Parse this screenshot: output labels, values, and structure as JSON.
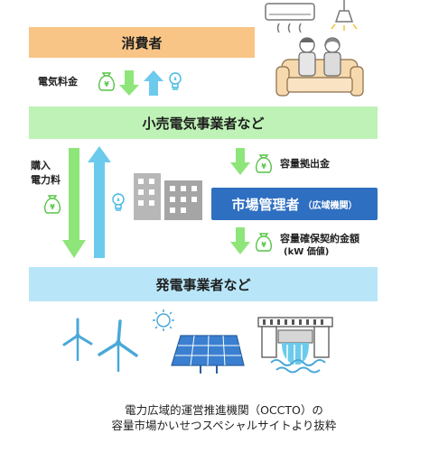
{
  "consumer": "消費者",
  "retailer": "小売電気事業者など",
  "generator": "発電事業者など",
  "market_manager": {
    "main": "市場管理者",
    "sub": "（広域機関）"
  },
  "labels": {
    "electricity_fee": "電気料金",
    "purchase_line1": "購入",
    "purchase_line2": "電力料",
    "capacity_contribution": "容量拠出金",
    "capacity_contract_line1": "容量確保契約金額",
    "capacity_contract_line2": "(kW 価値)"
  },
  "caption": {
    "line1": "電力広域的運営推進機関（OCCTO）の",
    "line2": "容量市場かいせつスペシャルサイトより抜粋"
  },
  "colors": {
    "consumer": "#f8c586",
    "retailer": "#bef2b6",
    "generator": "#b8e6f8",
    "market_manager": "#2f6fc1",
    "money_arrow": "#8ee57a",
    "power_arrow": "#6ccbec",
    "money_icon": "#55c446",
    "bulb_icon": "#3fb7e2"
  },
  "icons": [
    "yen-bag-icon",
    "light-bulb-icon",
    "air-conditioner-icon",
    "ceiling-lamp-icon",
    "couple-on-sofa-icon",
    "office-building-icon",
    "wind-turbine-icon",
    "solar-panel-icon",
    "sun-icon",
    "hydro-dam-icon"
  ]
}
